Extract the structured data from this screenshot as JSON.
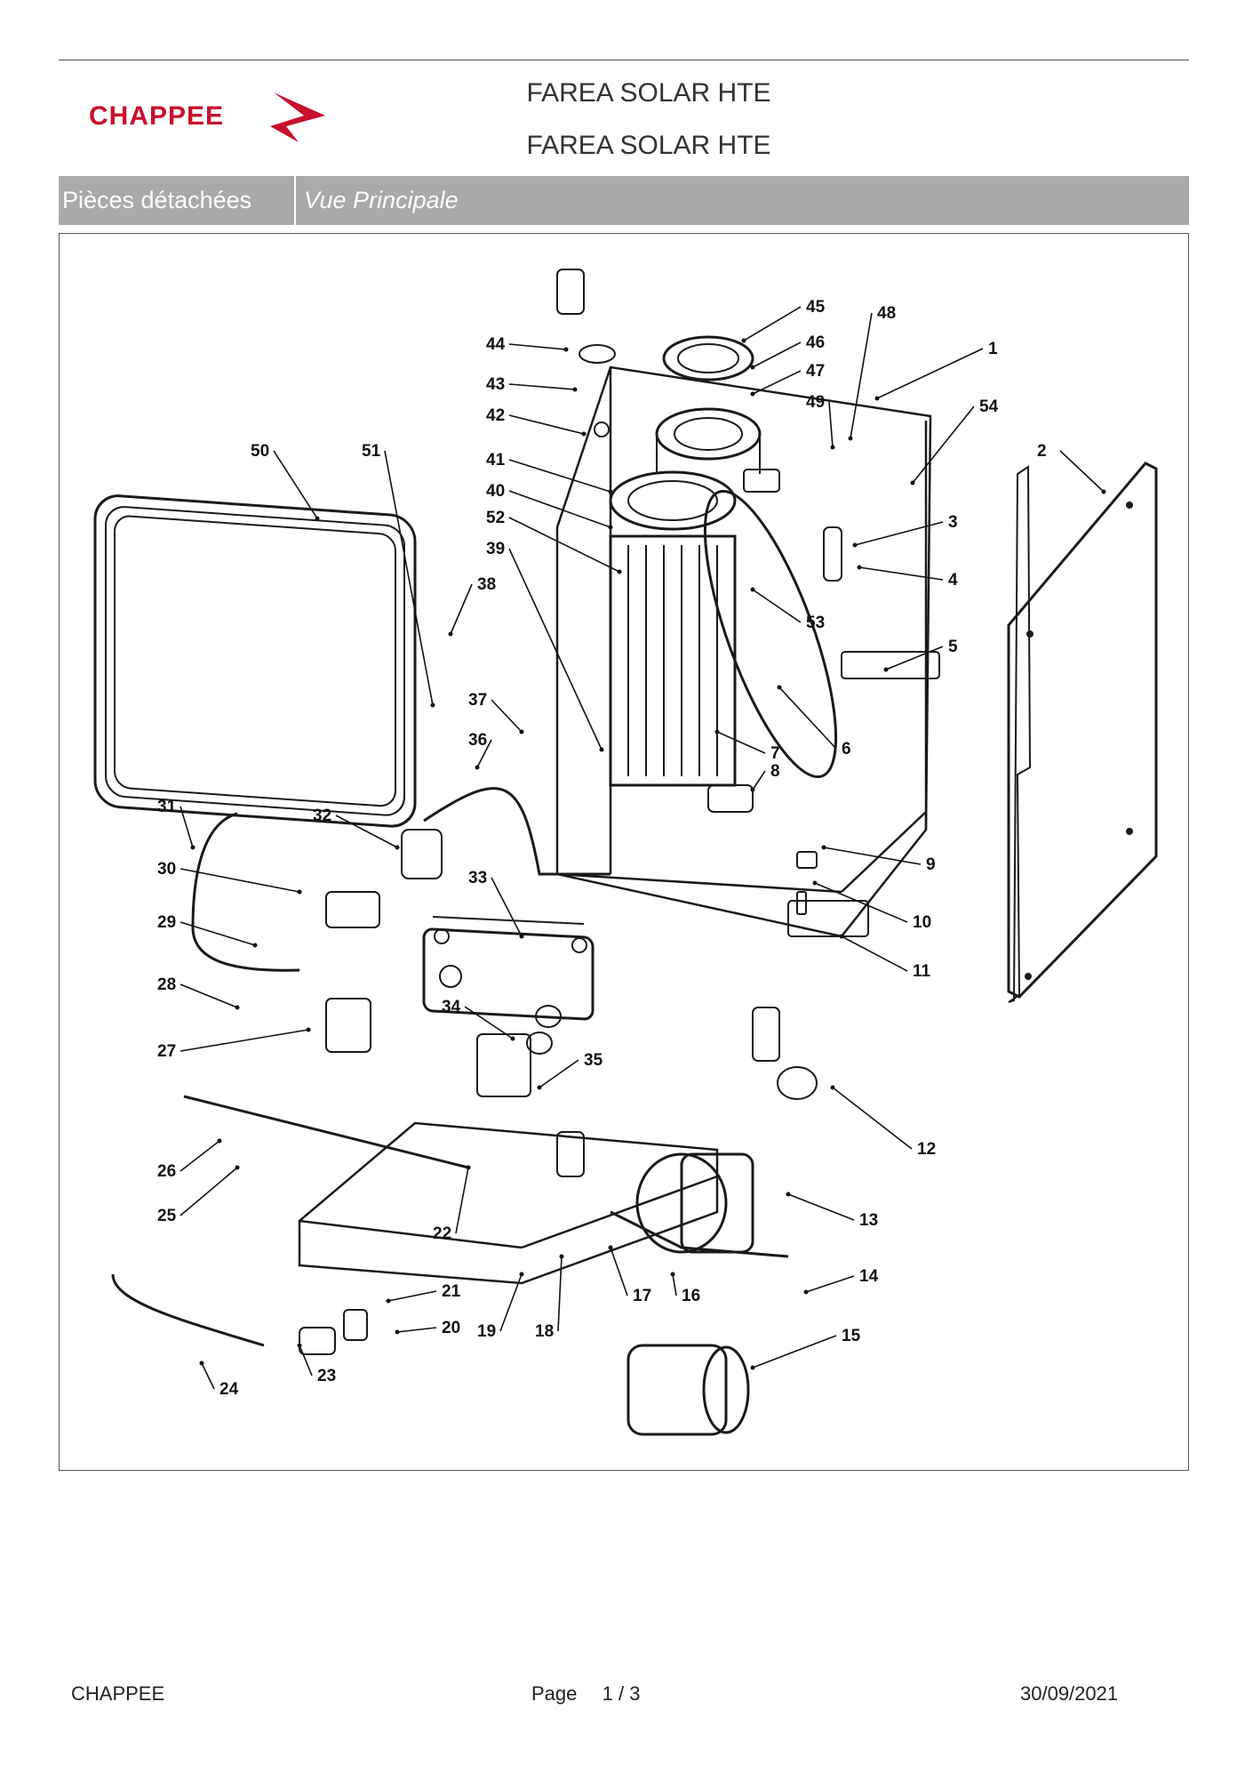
{
  "header": {
    "logo_text": "CHAPPEE",
    "title_line1": "FAREA SOLAR HTE",
    "title_line2": "FAREA SOLAR HTE"
  },
  "tabs": {
    "section": "Pièces détachées",
    "view": "Vue Principale"
  },
  "diagram": {
    "callouts": [
      "1",
      "2",
      "3",
      "4",
      "5",
      "6",
      "7",
      "8",
      "9",
      "10",
      "11",
      "12",
      "13",
      "14",
      "15",
      "16",
      "17",
      "18",
      "19",
      "20",
      "21",
      "22",
      "23",
      "24",
      "25",
      "26",
      "27",
      "28",
      "29",
      "30",
      "31",
      "32",
      "33",
      "34",
      "35",
      "36",
      "37",
      "38",
      "39",
      "40",
      "41",
      "42",
      "43",
      "44",
      "45",
      "46",
      "47",
      "48",
      "49",
      "50",
      "51",
      "52",
      "53",
      "54"
    ]
  },
  "footer": {
    "brand": "CHAPPEE",
    "page_label": "Page",
    "page_value": "1 / 3",
    "date": "30/09/2021"
  },
  "colors": {
    "brand_red": "#c8102e",
    "tab_gray": "#a9a9a9"
  }
}
